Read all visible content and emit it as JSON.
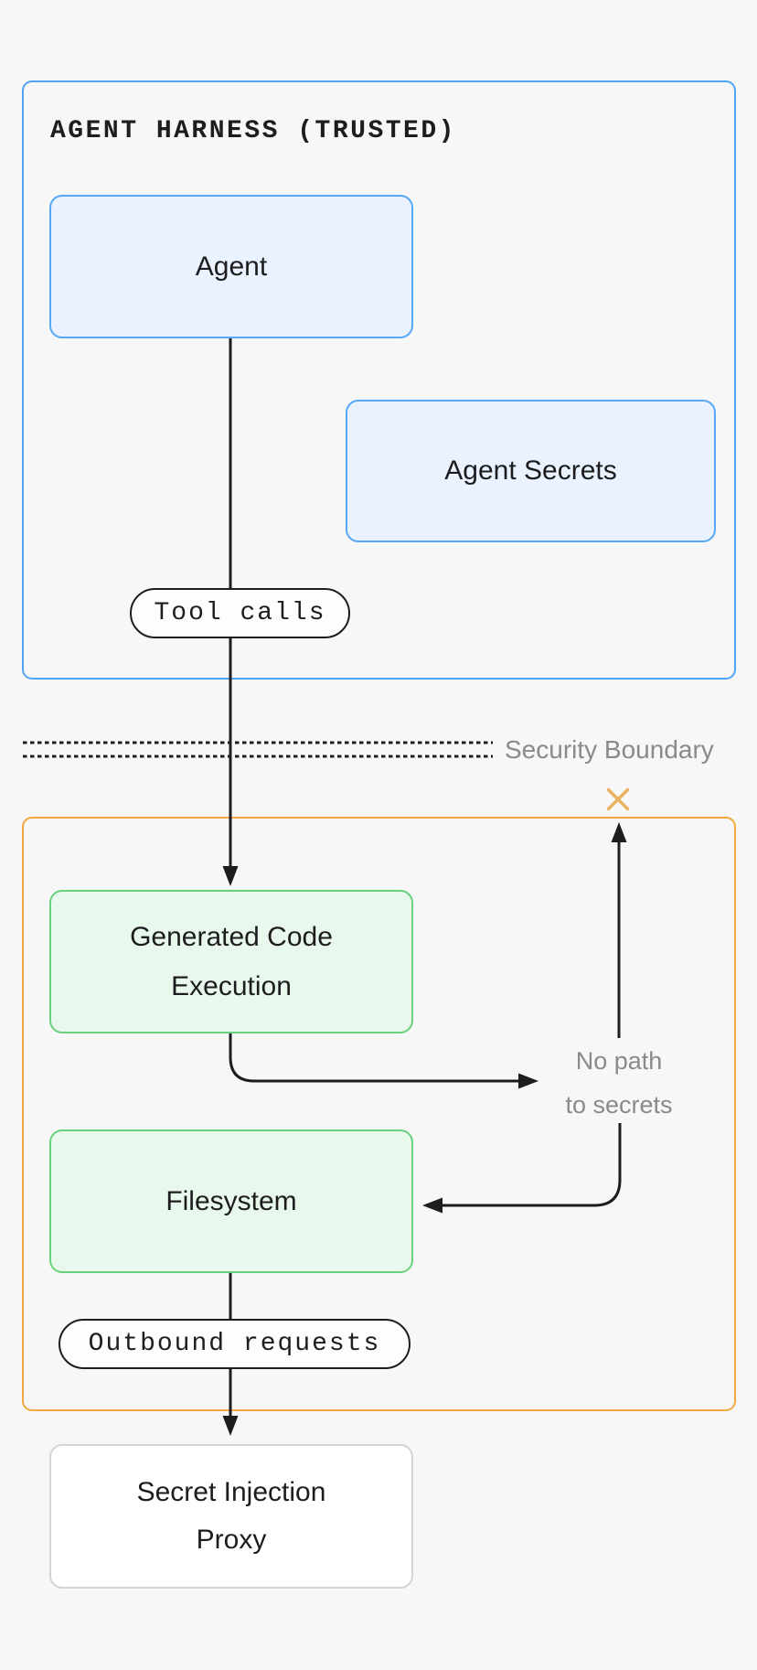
{
  "diagram_title": "Agent secrets isolation architecture",
  "colors": {
    "background": "#f7f7f8",
    "trusted-border": "#4fa5f5",
    "node-blue-fill": "#e9f2fe",
    "node-blue-border": "#55a8f6",
    "sandbox-border": "#f2a83d",
    "node-green-fill": "#e9f8ec",
    "node-green-border": "#69d07d",
    "wire": "#1d1d1f",
    "text": "#1d1d1f",
    "muted-text": "#8a8a8d",
    "pill-bg": "#fdfdfe",
    "pill-border": "#1d1d1f",
    "proxy-bg": "#ffffff",
    "proxy-border": "#d4d4d6",
    "cross": "#eab35f"
  },
  "trusted_zone": {
    "title": "AGENT HARNESS (TRUSTED)",
    "agent_label": "Agent",
    "agent_secrets_label": "Agent Secrets",
    "tool_calls_label": "Tool calls"
  },
  "boundary": {
    "label": "Security Boundary"
  },
  "sandbox_zone": {
    "generated_code_line1": "Generated Code",
    "generated_code_line2": "Execution",
    "filesystem_label": "Filesystem",
    "outbound_requests_label": "Outbound requests",
    "no_path_line1": "No path",
    "no_path_line2": "to secrets"
  },
  "proxy": {
    "line1": "Secret Injection",
    "line2": "Proxy"
  }
}
